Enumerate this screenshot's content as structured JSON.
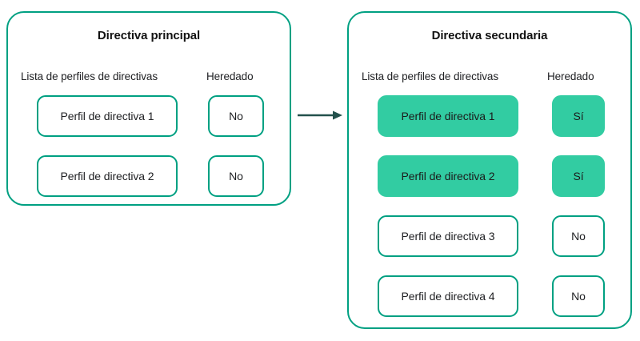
{
  "colors": {
    "outline": "#00a082",
    "fill_highlight": "#32cca2",
    "arrow": "#23514c",
    "text": "#202124",
    "background": "#ffffff"
  },
  "panels": [
    {
      "id": "primary",
      "title": "Directiva principal",
      "columns": {
        "profiles": "Lista de perfiles de directivas",
        "inherited": "Heredado"
      },
      "rows": [
        {
          "profile": "Perfil de directiva 1",
          "inherited": "No",
          "highlighted": false
        },
        {
          "profile": "Perfil de directiva 2",
          "inherited": "No",
          "highlighted": false
        }
      ]
    },
    {
      "id": "secondary",
      "title": "Directiva secundaria",
      "columns": {
        "profiles": "Lista de perfiles de directivas",
        "inherited": "Heredado"
      },
      "rows": [
        {
          "profile": "Perfil de directiva 1",
          "inherited": "Sí",
          "highlighted": true
        },
        {
          "profile": "Perfil de directiva 2",
          "inherited": "Sí",
          "highlighted": true
        },
        {
          "profile": "Perfil de directiva 3",
          "inherited": "No",
          "highlighted": false
        },
        {
          "profile": "Perfil de directiva 4",
          "inherited": "No",
          "highlighted": false
        }
      ]
    }
  ],
  "connector": {
    "icon": "arrow-right-icon",
    "from": "primary",
    "to": "secondary"
  }
}
